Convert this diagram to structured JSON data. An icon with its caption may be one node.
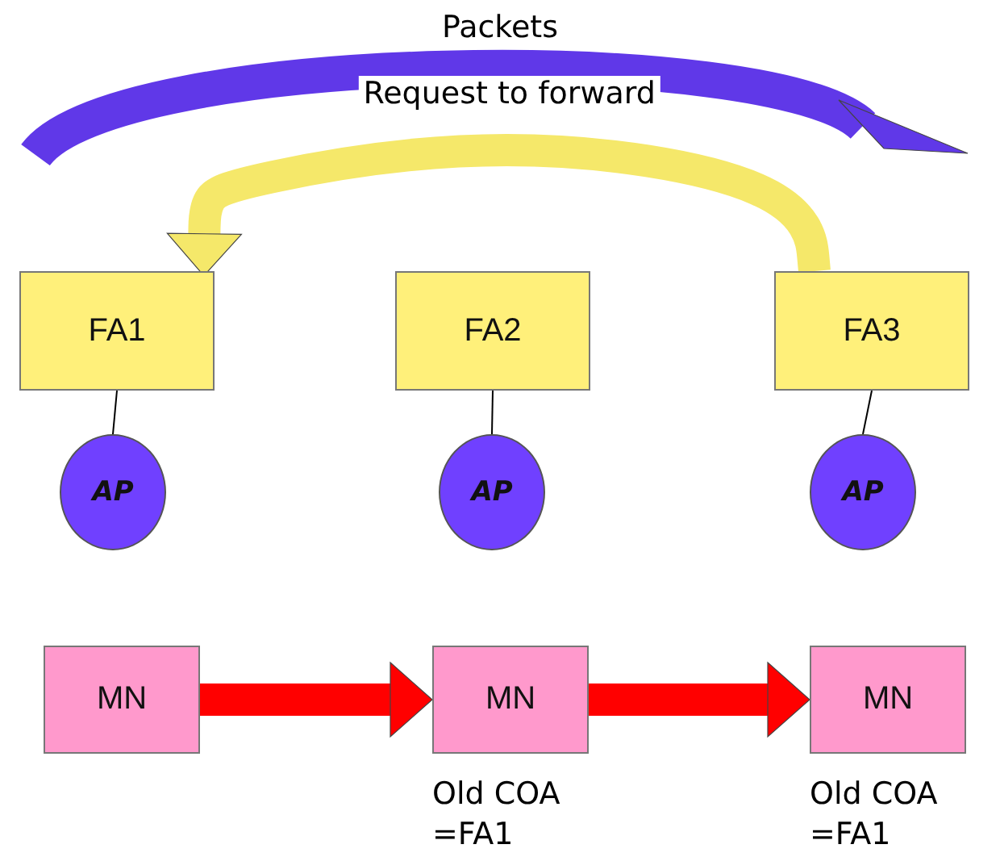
{
  "diagram": {
    "nodes": [
      {
        "text": [
          "FA1"
        ]
      },
      {
        "text": [
          "FA2"
        ]
      },
      {
        "text": [
          "FA3"
        ]
      },
      {
        "text": [
          "AP"
        ]
      },
      {
        "text": [
          "AP"
        ]
      },
      {
        "text": [
          "AP"
        ]
      },
      {
        "text": [
          "MN"
        ]
      },
      {
        "text": [
          "MN"
        ],
        "beside": [
          "Old COA =FA1"
        ]
      },
      {
        "text": [
          "MN"
        ],
        "beside": [
          "Old COA =FA1"
        ]
      }
    ],
    "edges": [
      {
        "from": 2,
        "to": 0,
        "arrow": "to",
        "label": "Request to forward",
        "style": "thick",
        "color": "#f5e86a"
      },
      {
        "from": 0,
        "to": 3,
        "arrow": "none"
      },
      {
        "from": 1,
        "to": 4,
        "arrow": "none"
      },
      {
        "from": 2,
        "to": 5,
        "arrow": "none"
      },
      {
        "from": 6,
        "to": 7,
        "arrow": "to",
        "style": "thick",
        "color": "#ff0000"
      },
      {
        "from": 7,
        "to": 8,
        "arrow": "to",
        "style": "thick",
        "color": "#ff0000"
      }
    ],
    "labels": [
      "Packets"
    ]
  }
}
